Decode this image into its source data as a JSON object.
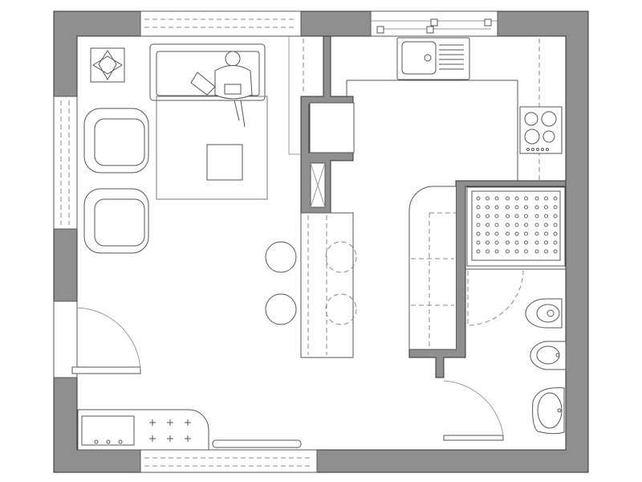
{
  "plan": {
    "wall_color": "#8f8f8f",
    "rooms": [
      "living-room",
      "kitchen",
      "bathroom",
      "entrance"
    ],
    "stools_count": 4,
    "armchairs_count": 2
  }
}
